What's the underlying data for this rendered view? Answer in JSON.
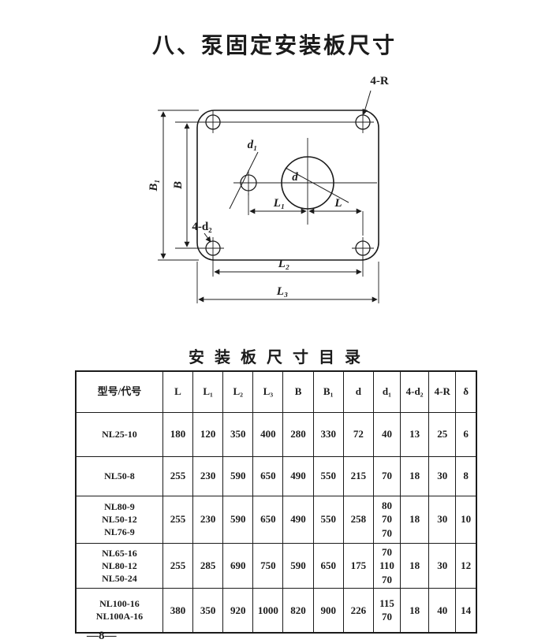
{
  "page": {
    "title": "八、泵固定安装板尺寸",
    "table_title": "安装板尺寸目录",
    "page_number": "—8—"
  },
  "diagram": {
    "labels": {
      "r": "4-R",
      "d1": "d₁",
      "d": "d",
      "B1": "B₁",
      "B": "B",
      "L1": "L₁",
      "L": "L",
      "d2": "4-d₂",
      "L2": "L₂",
      "L3": "L₃"
    },
    "line_color": "#1b1b1b"
  },
  "table": {
    "headers": [
      "型号/代号",
      "L",
      "L₁",
      "L₂",
      "L₃",
      "B",
      "B₁",
      "d",
      "d₁",
      "4-d₂",
      "4-R",
      "δ"
    ],
    "rows": [
      {
        "cells": [
          [
            "NL25-10"
          ],
          "180",
          "120",
          "350",
          "400",
          "280",
          "330",
          "72",
          [
            "40"
          ],
          "13",
          "25",
          "6"
        ]
      },
      {
        "cells": [
          [
            "NL50-8"
          ],
          "255",
          "230",
          "590",
          "650",
          "490",
          "550",
          "215",
          [
            "70"
          ],
          "18",
          "30",
          "8"
        ]
      },
      {
        "cells": [
          [
            "NL80-9",
            "NL50-12",
            "NL76-9"
          ],
          "255",
          "230",
          "590",
          "650",
          "490",
          "550",
          "258",
          [
            "80",
            "70",
            "70"
          ],
          "18",
          "30",
          "10"
        ]
      },
      {
        "cells": [
          [
            "NL65-16",
            "NL80-12",
            "NL50-24"
          ],
          "255",
          "285",
          "690",
          "750",
          "590",
          "650",
          "175",
          [
            "70",
            "110",
            "70"
          ],
          "18",
          "30",
          "12"
        ]
      },
      {
        "cells": [
          [
            "NL100-16",
            "NL100A-16"
          ],
          "380",
          "350",
          "920",
          "1000",
          "820",
          "900",
          "226",
          [
            "115",
            "70"
          ],
          "18",
          "40",
          "14"
        ]
      }
    ]
  }
}
